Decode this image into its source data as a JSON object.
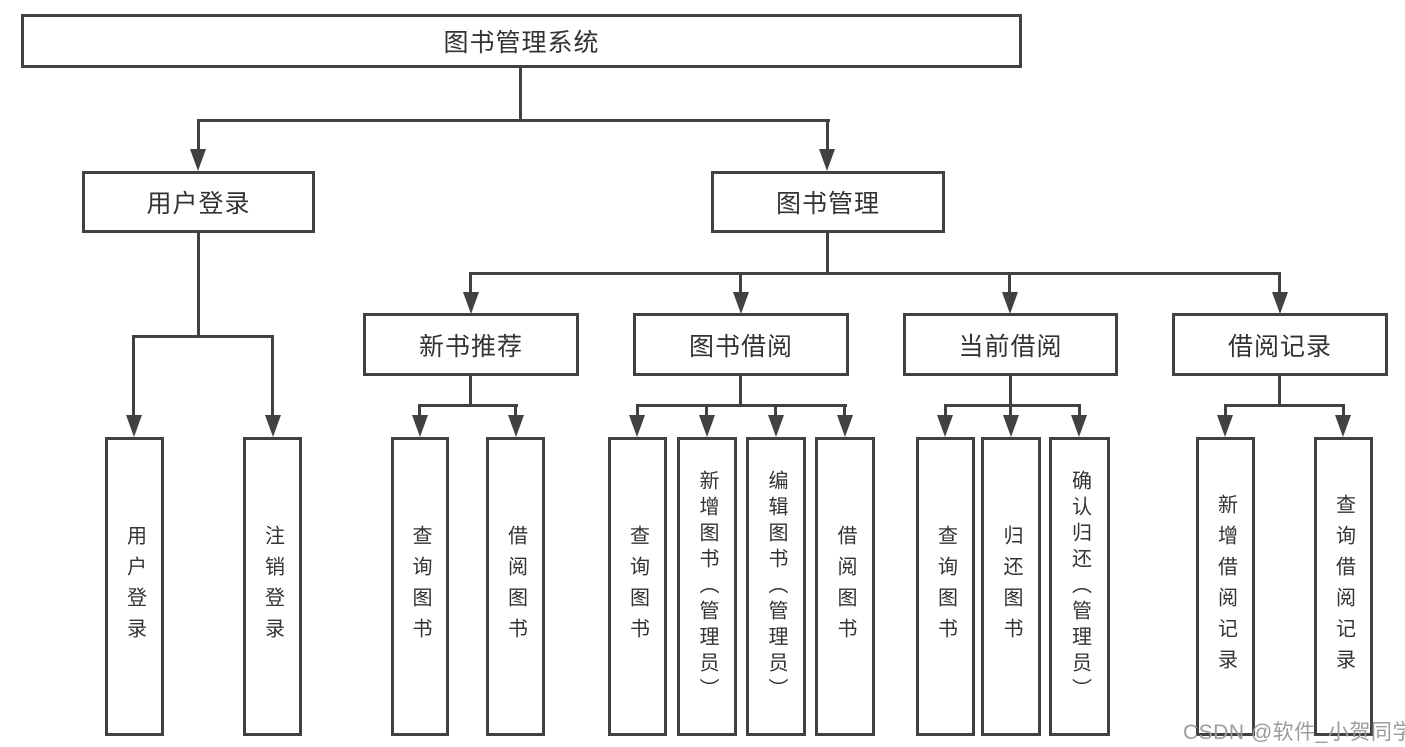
{
  "tree": {
    "label": "图书管理系统",
    "children": [
      {
        "label": "用户登录",
        "children": [
          {
            "label": "用户登录"
          },
          {
            "label": "注销登录"
          }
        ]
      },
      {
        "label": "图书管理",
        "children": [
          {
            "label": "新书推荐",
            "children": [
              {
                "label": "查询图书"
              },
              {
                "label": "借阅图书"
              }
            ]
          },
          {
            "label": "图书借阅",
            "children": [
              {
                "label": "查询图书"
              },
              {
                "label": "新增图书（管理员）"
              },
              {
                "label": "编辑图书（管理员）"
              },
              {
                "label": "借阅图书"
              }
            ]
          },
          {
            "label": "当前借阅",
            "children": [
              {
                "label": "查询图书"
              },
              {
                "label": "归还图书"
              },
              {
                "label": "确认归还（管理员）"
              }
            ]
          },
          {
            "label": "借阅记录",
            "children": [
              {
                "label": "新增借阅记录"
              },
              {
                "label": "查询借阅记录"
              }
            ]
          }
        ]
      }
    ]
  },
  "watermark": {
    "text": "CSDN @软件_小贺同学"
  },
  "colors": {
    "line": "#414141",
    "box_border": "#414141",
    "text": "#333333",
    "background": "#ffffff",
    "watermark": "#9c9c9c"
  }
}
